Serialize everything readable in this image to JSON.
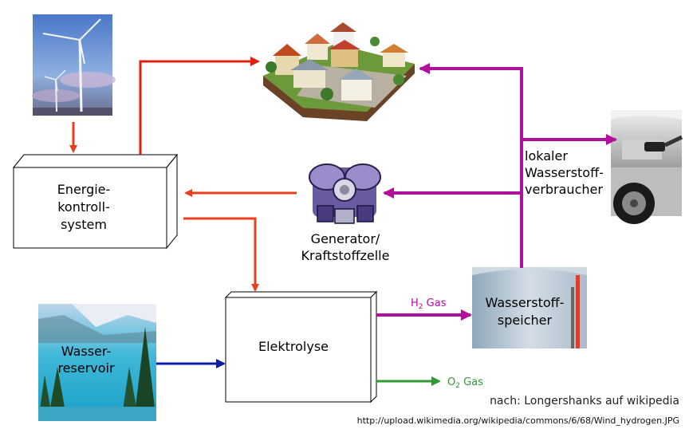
{
  "diagram": {
    "nodes": {
      "energy_control": {
        "lines": [
          "Energie-",
          "kontroll-",
          "system"
        ]
      },
      "electrolysis": {
        "label": "Elektrolyse"
      },
      "generator": {
        "lines": [
          "Generator/",
          "Kraftstoffzelle"
        ]
      },
      "hydrogen_storage": {
        "lines": [
          "Wasserstoff-",
          "speicher"
        ]
      },
      "water_reservoir": {
        "lines": [
          "Wasser-",
          "reservoir"
        ]
      },
      "local_consumer": {
        "lines": [
          "lokaler",
          "Wasserstoff-",
          "verbraucher"
        ]
      }
    },
    "flows": {
      "h2": {
        "prefix": "H",
        "sub": "2",
        "suffix": " Gas"
      },
      "o2": {
        "prefix": "O",
        "sub": "2",
        "suffix": " Gas"
      }
    },
    "colors": {
      "electricity": "#e8401c",
      "hydrogen": "#b0109c",
      "water": "#0a1ea0",
      "oxygen": "#2f9a2f"
    },
    "credit": "nach: Longershanks auf wikipedia",
    "url": "http://upload.wikimedia.org/wikipedia/commons/6/68/Wind_hydrogen.JPG"
  }
}
